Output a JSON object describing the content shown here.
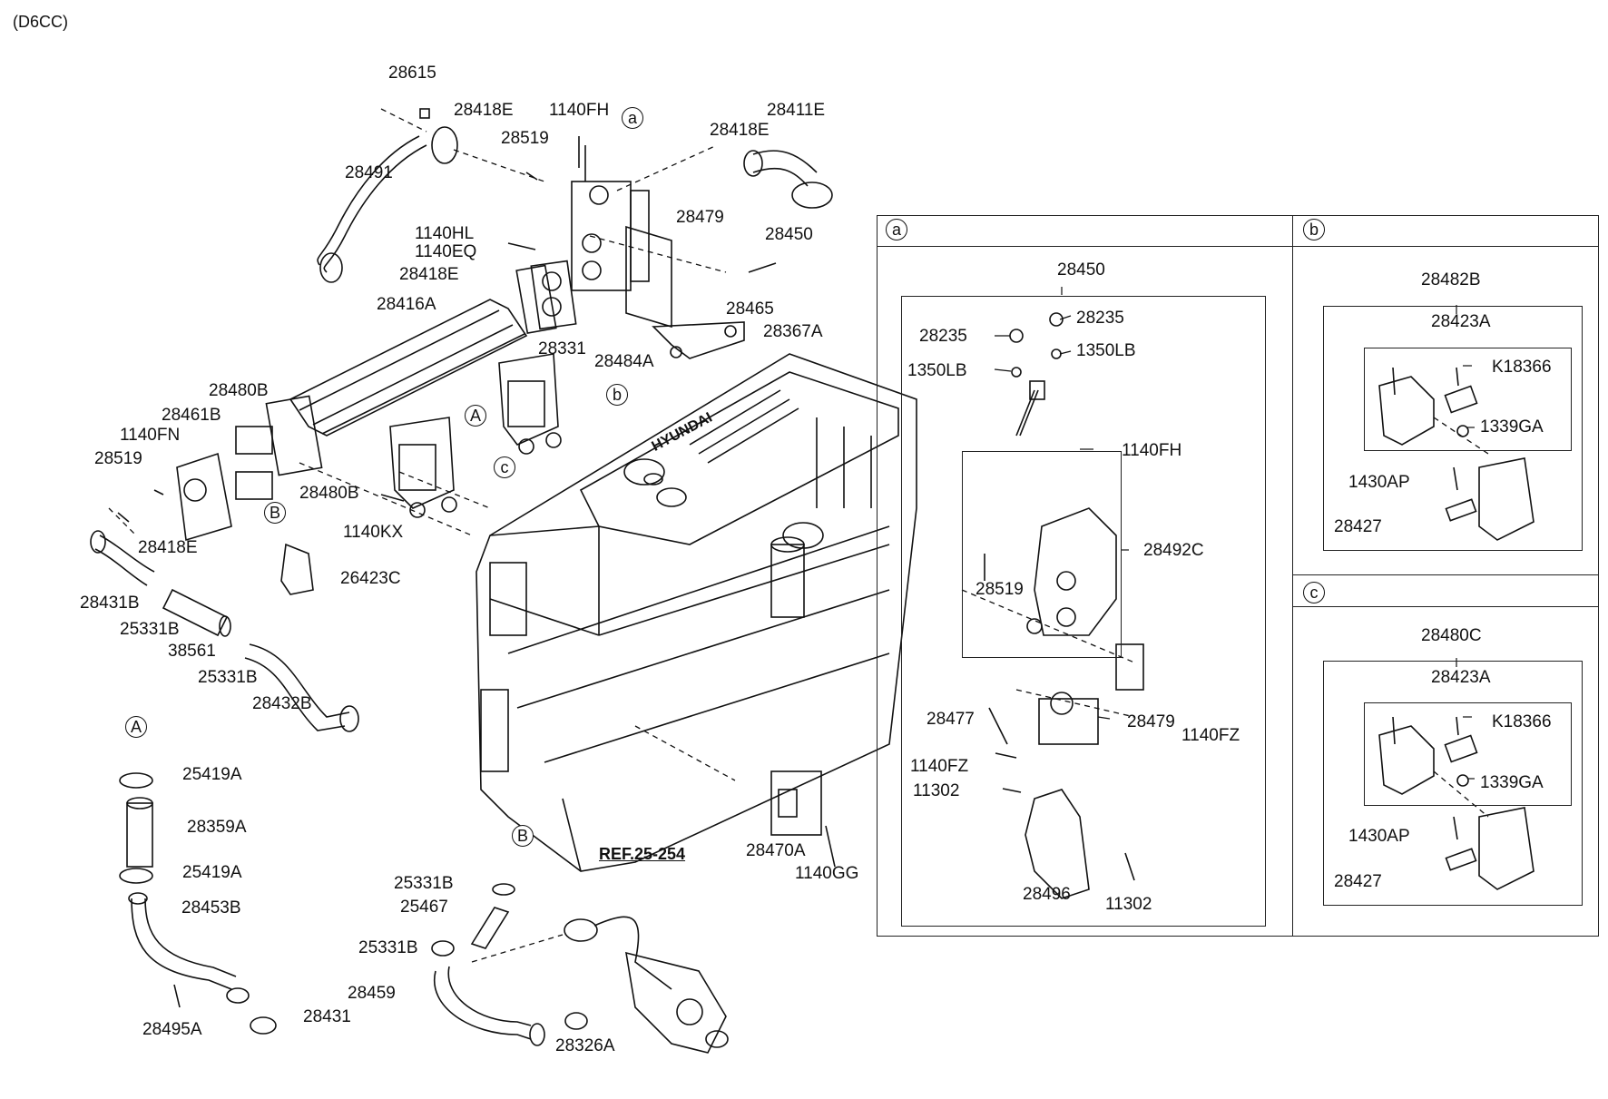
{
  "header": {
    "engine_code": "(D6CC)"
  },
  "main_diagram": {
    "labels": [
      "28615",
      "28418E",
      "1140FH",
      "28519",
      "28411E",
      "28418E",
      "28491",
      "28479",
      "28450",
      "1140HL",
      "1140EQ",
      "28418E",
      "28465",
      "28416A",
      "28367A",
      "28331",
      "28484A",
      "28480B",
      "28461B",
      "1140FN",
      "28519",
      "28418E",
      "28480B",
      "1140KX",
      "26423C",
      "28431B",
      "25331B",
      "38561",
      "25331B",
      "28432B",
      "25419A",
      "28359A",
      "25419A",
      "28453B",
      "28495A",
      "28431",
      "25331B",
      "25467",
      "25331B",
      "28459",
      "28326A",
      "28470A",
      "1140GG"
    ],
    "callouts": [
      "a",
      "b",
      "c",
      "A",
      "B",
      "B",
      "A"
    ],
    "reference": "REF.25-254",
    "brand": "HYUNDAI"
  },
  "panel_a": {
    "tag": "a",
    "title": "28450",
    "labels": [
      "28235",
      "28235",
      "1350LB",
      "1350LB",
      "1140FH",
      "28492C",
      "28519",
      "28477",
      "28479",
      "1140FZ",
      "1140FZ",
      "11302",
      "28496",
      "11302"
    ]
  },
  "panel_b": {
    "tag": "b",
    "title": "28482B",
    "sub_title": "28423A",
    "labels": [
      "K18366",
      "1339GA",
      "1430AP",
      "28427"
    ]
  },
  "panel_c": {
    "tag": "c",
    "title": "28480C",
    "sub_title": "28423A",
    "labels": [
      "K18366",
      "1339GA",
      "1430AP",
      "28427"
    ]
  }
}
